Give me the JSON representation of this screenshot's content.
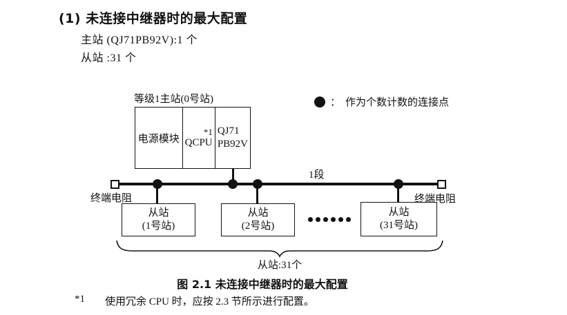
{
  "page": {
    "heading": "(1) 未连接中继器时的最大配置",
    "master_count_line": "主站 (QJ71PB92V):1 个",
    "slave_count_line": "从站 :31 个",
    "caption": "图 2.1 未连接中继器时的最大配置",
    "footnote_marker": "*1",
    "footnote_text": "使用冗余 CPU 时，应按 2.3 节所示进行配置。"
  },
  "diagram": {
    "master": {
      "label": "等级1主站(0号站)",
      "cell_power": "电源模块",
      "cell_cpu": "QCPU",
      "cell_cpu_note": "*1",
      "cell_pb_line1": "QJ71",
      "cell_pb_line2": "PB92V"
    },
    "legend": {
      "separator": "：",
      "text": "作为个数计数的连接点"
    },
    "segment_label": "1段",
    "terminator_left_label": "终端电阻",
    "terminator_right_label": "终端电阻",
    "slaves": [
      {
        "line1": "从站",
        "line2": "(1号站)"
      },
      {
        "line1": "从站",
        "line2": "(2号站)"
      },
      {
        "line1": "从站",
        "line2": "(31号站)"
      }
    ],
    "brace_label": "从站:31个",
    "colors": {
      "ink": "#111111",
      "background": "#ffffff"
    }
  }
}
